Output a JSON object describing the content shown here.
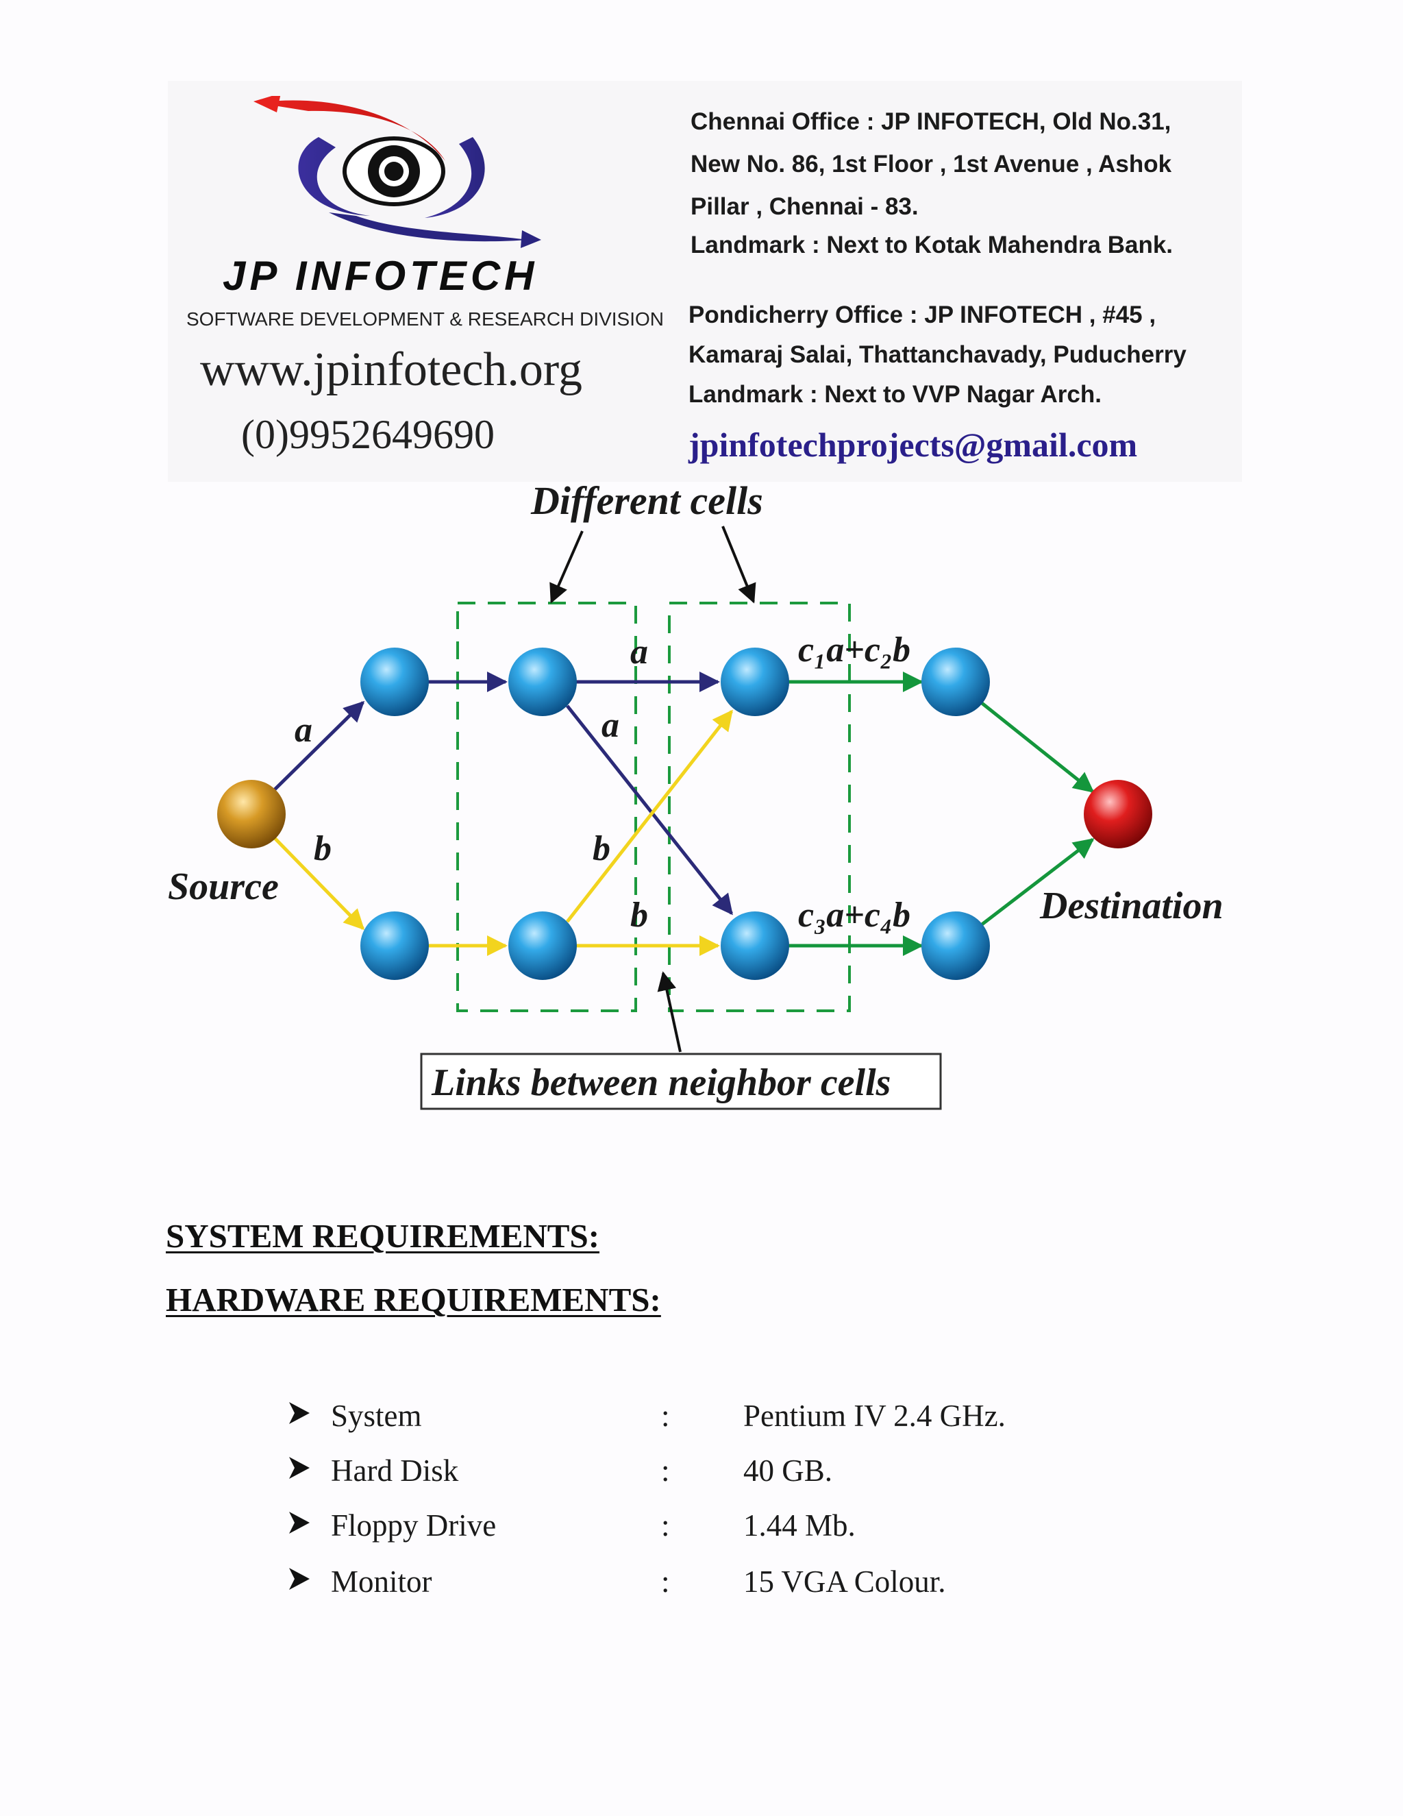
{
  "header": {
    "brand": "JP INFOTECH",
    "division": "SOFTWARE DEVELOPMENT & RESEARCH DIVISION",
    "website": "www.jpinfotech.org",
    "phone": "(0)9952649690",
    "chennai_lines": [
      "Chennai Office : JP INFOTECH, Old No.31,",
      "New No. 86, 1st Floor , 1st Avenue , Ashok",
      "Pillar , Chennai - 83.",
      "Landmark : Next to Kotak Mahendra Bank."
    ],
    "pondicherry_lines": [
      "Pondicherry Office : JP INFOTECH , #45 ,",
      "Kamaraj Salai, Thattanchavady, Puducherry",
      "Landmark : Next to VVP Nagar Arch."
    ],
    "email": "jpinfotechprojects@gmail.com"
  },
  "diagram": {
    "different_cells": "Different cells",
    "source": "Source",
    "destination": "Destination",
    "links_caption": "Links between neighbor cells",
    "edge_a": "a",
    "edge_b": "b",
    "combo_top": "c₁a+c₂b",
    "combo_bottom": "c₃a+c₄b",
    "colors": {
      "navy": "#2b2a78",
      "yellow": "#f2d41e",
      "green": "#14963c",
      "node_blue": "#1a8fd6",
      "source": "#d4941a",
      "dest": "#d01818"
    }
  },
  "headings": {
    "system": "SYSTEM REQUIREMENTS:",
    "hardware": "HARDWARE  REQUIREMENTS:"
  },
  "requirements": [
    {
      "label": "System",
      "value": "Pentium IV 2.4 GHz."
    },
    {
      "label": "Hard Disk",
      "value": "40 GB."
    },
    {
      "label": "Floppy Drive",
      "value": "1.44 Mb."
    },
    {
      "label": "Monitor",
      "value": "15 VGA Colour."
    }
  ]
}
